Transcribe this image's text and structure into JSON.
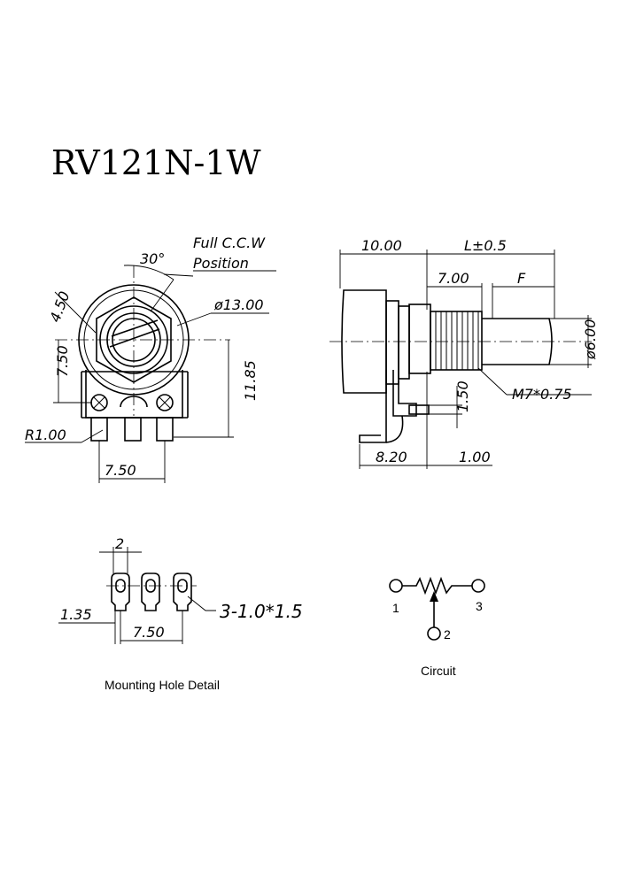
{
  "title": "RV121N-1W",
  "front_view": {
    "angle_label": "30°",
    "note_line1": "Full C.C.W",
    "note_line2": "Position",
    "diameter": "ø13.00",
    "dim_450": "4.50",
    "dim_750_left": "7.50",
    "dim_1185": "11.85",
    "radius": "R1.00",
    "dim_750_bottom": "7.50"
  },
  "side_view": {
    "dim_1000": "10.00",
    "dim_L": "L±0.5",
    "dim_700": "7.00",
    "dim_F": "F",
    "dim_shaft": "ø6.00",
    "thread": "M7*0.75",
    "dim_150": "1.50",
    "dim_820": "8.20",
    "dim_100": "1.00"
  },
  "mounting": {
    "dim_2": "2",
    "dim_135": "1.35",
    "dim_750": "7.50",
    "hole_spec": "3-1.0*1.5",
    "caption": "Mounting Hole Detail"
  },
  "circuit": {
    "pin1": "1",
    "pin2": "2",
    "pin3": "3",
    "caption": "Circuit"
  }
}
